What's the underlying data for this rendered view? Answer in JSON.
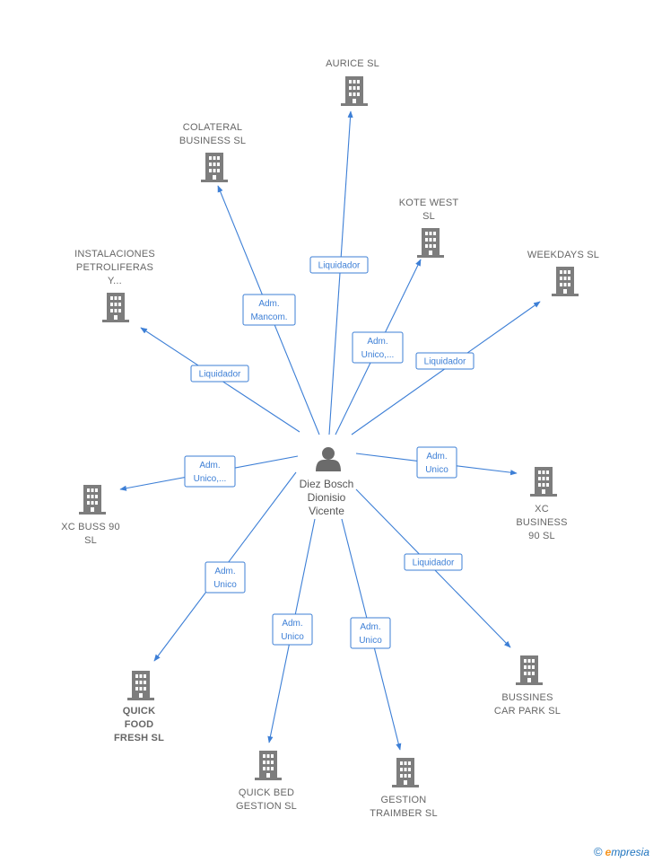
{
  "center": {
    "lines": [
      "Diez Bosch",
      "Dionisio",
      "Vicente"
    ],
    "icon": "person-icon"
  },
  "companies": [
    {
      "id": "aurice",
      "lines": [
        "AURICE SL"
      ],
      "highlight": false
    },
    {
      "id": "colateral",
      "lines": [
        "COLATERAL",
        "BUSINESS  SL"
      ],
      "highlight": false
    },
    {
      "id": "kote",
      "lines": [
        "KOTE WEST",
        "SL"
      ],
      "highlight": false
    },
    {
      "id": "weekdays",
      "lines": [
        "WEEKDAYS SL"
      ],
      "highlight": false
    },
    {
      "id": "instalaciones",
      "lines": [
        "INSTALACIONES",
        "PETROLIFERAS",
        "Y..."
      ],
      "highlight": false
    },
    {
      "id": "xcbuss",
      "lines": [
        "XC BUSS 90",
        "SL"
      ],
      "highlight": false
    },
    {
      "id": "xcbusiness",
      "lines": [
        "XC",
        "BUSINESS",
        "90 SL"
      ],
      "highlight": false
    },
    {
      "id": "quickfood",
      "lines": [
        "QUICK",
        "FOOD",
        "FRESH  SL"
      ],
      "highlight": true
    },
    {
      "id": "quickbed",
      "lines": [
        "QUICK BED",
        "GESTION  SL"
      ],
      "highlight": false
    },
    {
      "id": "gestion",
      "lines": [
        "GESTION",
        "TRAIMBER  SL"
      ],
      "highlight": false
    },
    {
      "id": "bussines",
      "lines": [
        "BUSSINES",
        "CAR PARK SL"
      ],
      "highlight": false
    }
  ],
  "edges": [
    {
      "to": "aurice",
      "lines": [
        "Liquidador"
      ]
    },
    {
      "to": "colateral",
      "lines": [
        "Adm.",
        "Mancom."
      ]
    },
    {
      "to": "kote",
      "lines": [
        "Adm.",
        "Unico,..."
      ]
    },
    {
      "to": "weekdays",
      "lines": [
        "Liquidador"
      ]
    },
    {
      "to": "instalaciones",
      "lines": [
        "Liquidador"
      ]
    },
    {
      "to": "xcbuss",
      "lines": [
        "Adm.",
        "Unico,..."
      ]
    },
    {
      "to": "xcbusiness",
      "lines": [
        "Adm.",
        "Unico"
      ]
    },
    {
      "to": "quickfood",
      "lines": [
        "Adm.",
        "Unico"
      ]
    },
    {
      "to": "quickbed",
      "lines": [
        "Adm.",
        "Unico"
      ]
    },
    {
      "to": "gestion",
      "lines": [
        "Adm.",
        "Unico"
      ]
    },
    {
      "to": "bussines",
      "lines": [
        "Liquidador"
      ]
    }
  ],
  "brand": {
    "copyright": "©",
    "initial": "e",
    "rest": "mpresia"
  },
  "colors": {
    "edge": "#3d7fd6",
    "building": "#7d7d7d",
    "highlight": "#f05a28"
  }
}
